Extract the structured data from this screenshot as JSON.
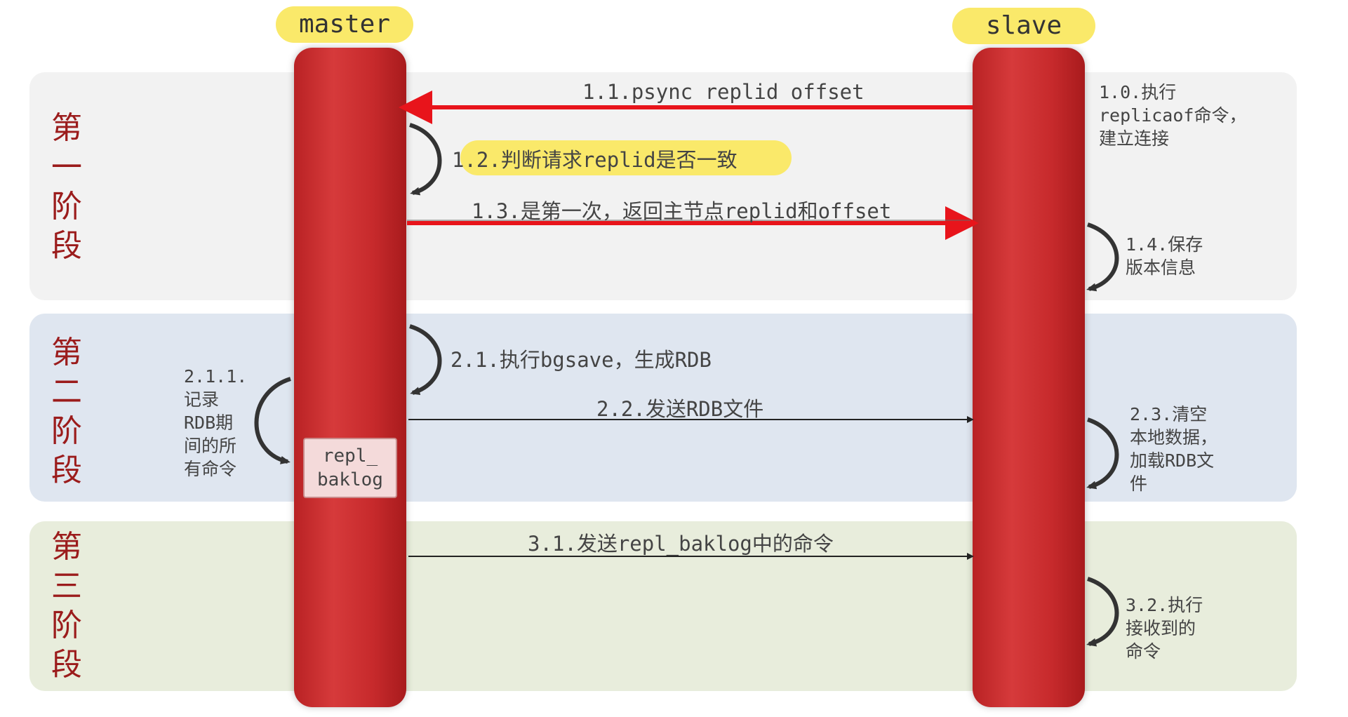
{
  "headers": {
    "master": "master",
    "slave": "slave"
  },
  "phases": [
    {
      "chars": [
        "第",
        "一",
        "阶",
        "段"
      ]
    },
    {
      "chars": [
        "第",
        "二",
        "阶",
        "段"
      ]
    },
    {
      "chars": [
        "第",
        "三",
        "阶",
        "段"
      ]
    }
  ],
  "messages": {
    "m1_1": "1.1.psync replid offset",
    "m1_2": "1.2.判断请求replid是否一致",
    "m1_3": "1.3.是第一次，返回主节点replid和offset",
    "m2_1": "2.1.执行bgsave，生成RDB",
    "m2_2": "2.2.发送RDB文件",
    "m3_1": "3.1.发送repl_baklog中的命令"
  },
  "notes": {
    "n1_0": "1.0.执行\nreplicaof命令，\n建立连接",
    "n1_4": "1.4.保存\n版本信息",
    "n2_1_1": "2.1.1.\n记录\nRDB期\n间的所\n有命令",
    "n2_3": "2.3.清空\n本地数据，\n加载RDB文\n件",
    "n3_2": "3.2.执行\n接收到的\n命令"
  },
  "repl_box": {
    "line1": "repl_",
    "line2": "baklog"
  },
  "colors": {
    "lifeline": "#c72a2c",
    "highlight": "#fae96a",
    "phase_text": "#9b1c1c",
    "arrow_red": "#e8141b"
  }
}
